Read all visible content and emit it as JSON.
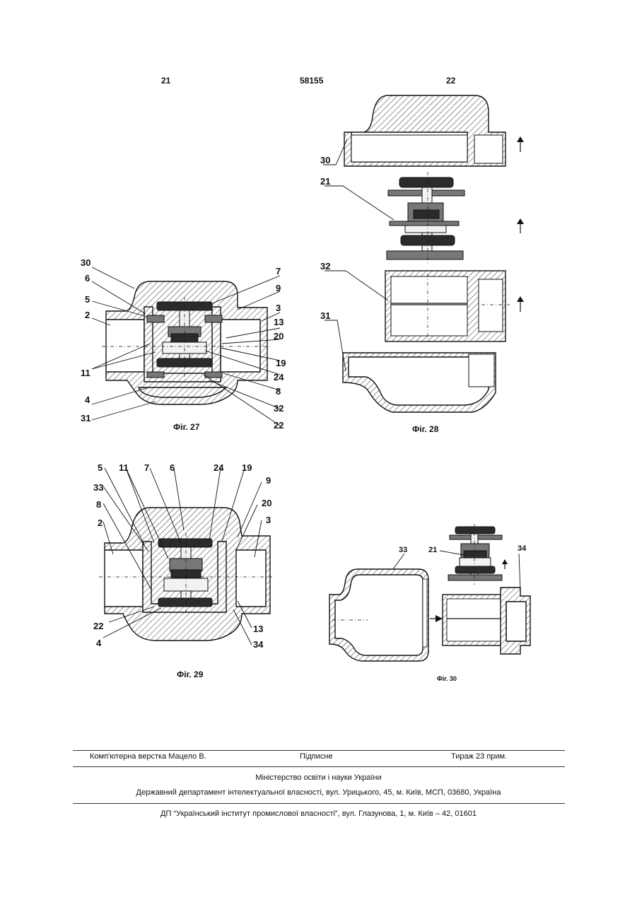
{
  "header": {
    "page_left": "21",
    "patent_number": "58155",
    "page_right": "22"
  },
  "figures": {
    "fig27": {
      "caption": "Фіг. 27",
      "labels": [
        "30",
        "6",
        "5",
        "2",
        "11",
        "4",
        "31",
        "7",
        "9",
        "3",
        "13",
        "20",
        "19",
        "24",
        "8",
        "32",
        "22"
      ]
    },
    "fig28": {
      "caption": "Фіг. 28",
      "labels": [
        "30",
        "21",
        "32",
        "31"
      ]
    },
    "fig29": {
      "caption": "Фіг. 29",
      "labels": [
        "5",
        "11",
        "7",
        "6",
        "24",
        "19",
        "33",
        "9",
        "8",
        "20",
        "2",
        "3",
        "22",
        "4",
        "13",
        "34"
      ]
    },
    "fig30": {
      "caption": "Фіг. 30",
      "labels": [
        "33",
        "21",
        "34"
      ]
    }
  },
  "footer": {
    "typesetting": "Комп'ютерна верстка Мацело В.",
    "signed": "Підписне",
    "circulation": "Тираж 23 прим.",
    "ministry": "Міністерство освіти і науки України",
    "department": "Державний департамент інтелектуальної власності, вул. Урицького, 45, м. Київ, МСП, 03680, Україна",
    "institute": "ДП “Український інститут промислової власності”, вул. Глазунова, 1, м. Київ – 42, 01601"
  }
}
